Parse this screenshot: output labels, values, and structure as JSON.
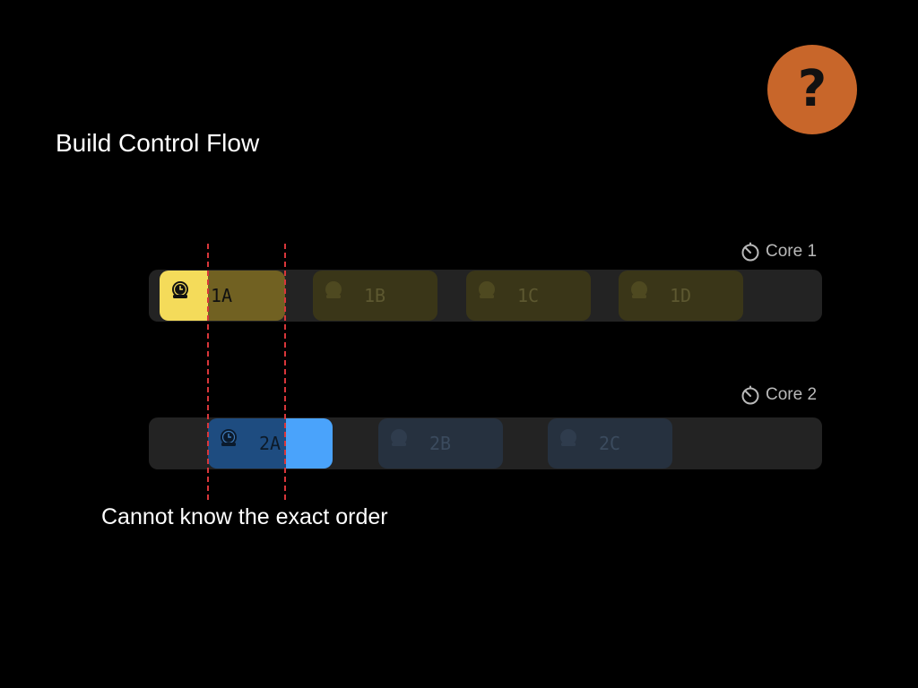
{
  "help": {
    "glyph": "?",
    "color": "#c8662a"
  },
  "title": "Build Control Flow",
  "cores": [
    {
      "label": "Core 1",
      "icon": "stopwatch-icon",
      "tasks": [
        {
          "label": "1A",
          "state": "running",
          "icon": "alarm-clock-icon"
        },
        {
          "label": "1B",
          "state": "pending",
          "icon": "alarm-clock-icon"
        },
        {
          "label": "1C",
          "state": "pending",
          "icon": "alarm-clock-icon"
        },
        {
          "label": "1D",
          "state": "pending",
          "icon": "alarm-clock-icon"
        }
      ]
    },
    {
      "label": "Core 2",
      "icon": "stopwatch-icon",
      "tasks": [
        {
          "label": "2A",
          "state": "running",
          "icon": "alarm-clock-icon"
        },
        {
          "label": "2B",
          "state": "pending",
          "icon": "alarm-clock-icon"
        },
        {
          "label": "2C",
          "state": "pending",
          "icon": "alarm-clock-icon"
        }
      ]
    }
  ],
  "caption": "Cannot know the exact order",
  "colors": {
    "core1_active": "#f4db5a",
    "core1_dim": "#716122",
    "core1_pending": "#3a3618",
    "core2_active": "#4aa3fb",
    "core2_dim": "#1e4c80",
    "core2_pending": "#26313f",
    "marker": "#d8363a"
  }
}
